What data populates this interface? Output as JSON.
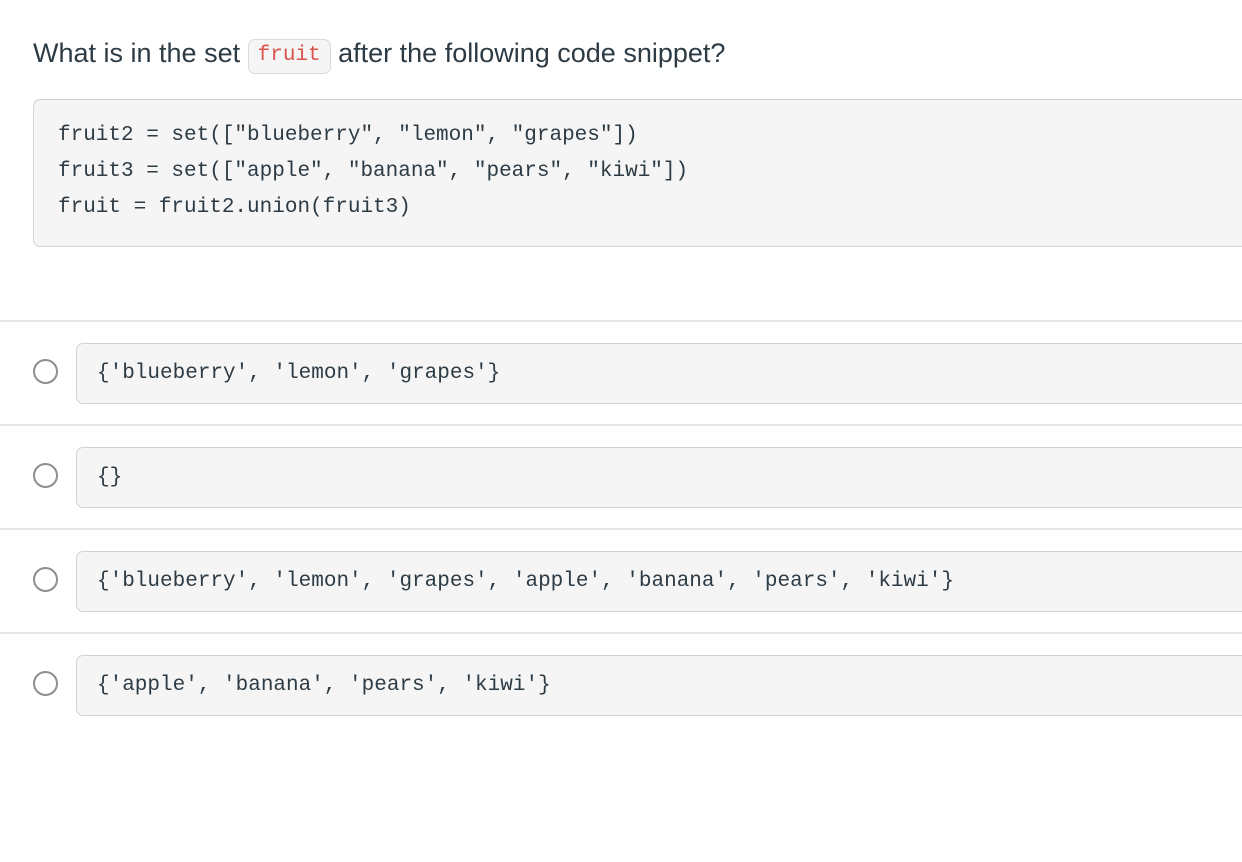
{
  "question": {
    "text_before": "What is in the set",
    "inline_code": "fruit",
    "text_after": "after the following code snippet?"
  },
  "code_snippet": {
    "language": "python",
    "code": "fruit2 = set([\"blueberry\", \"lemon\", \"grapes\"])\nfruit3 = set([\"apple\", \"banana\", \"pears\", \"kiwi\"])\nfruit = fruit2.union(fruit3)"
  },
  "options": [
    {
      "id": "option-1",
      "value": "{'blueberry', 'lemon', 'grapes'}",
      "selected": false
    },
    {
      "id": "option-2",
      "value": "{}",
      "selected": false
    },
    {
      "id": "option-3",
      "value": "{'blueberry', 'lemon', 'grapes', 'apple', 'banana', 'pears', 'kiwi'}",
      "selected": false
    },
    {
      "id": "option-4",
      "value": "{'apple', 'banana', 'pears', 'kiwi'}",
      "selected": false
    }
  ],
  "colors": {
    "inline_code_text": "#d9534f",
    "body_text": "#2d3b45",
    "panel_background": "#f5f5f5",
    "panel_border": "#cdd3d9",
    "separator": "#e4e6e9",
    "radio_border": "#8b8f93"
  }
}
